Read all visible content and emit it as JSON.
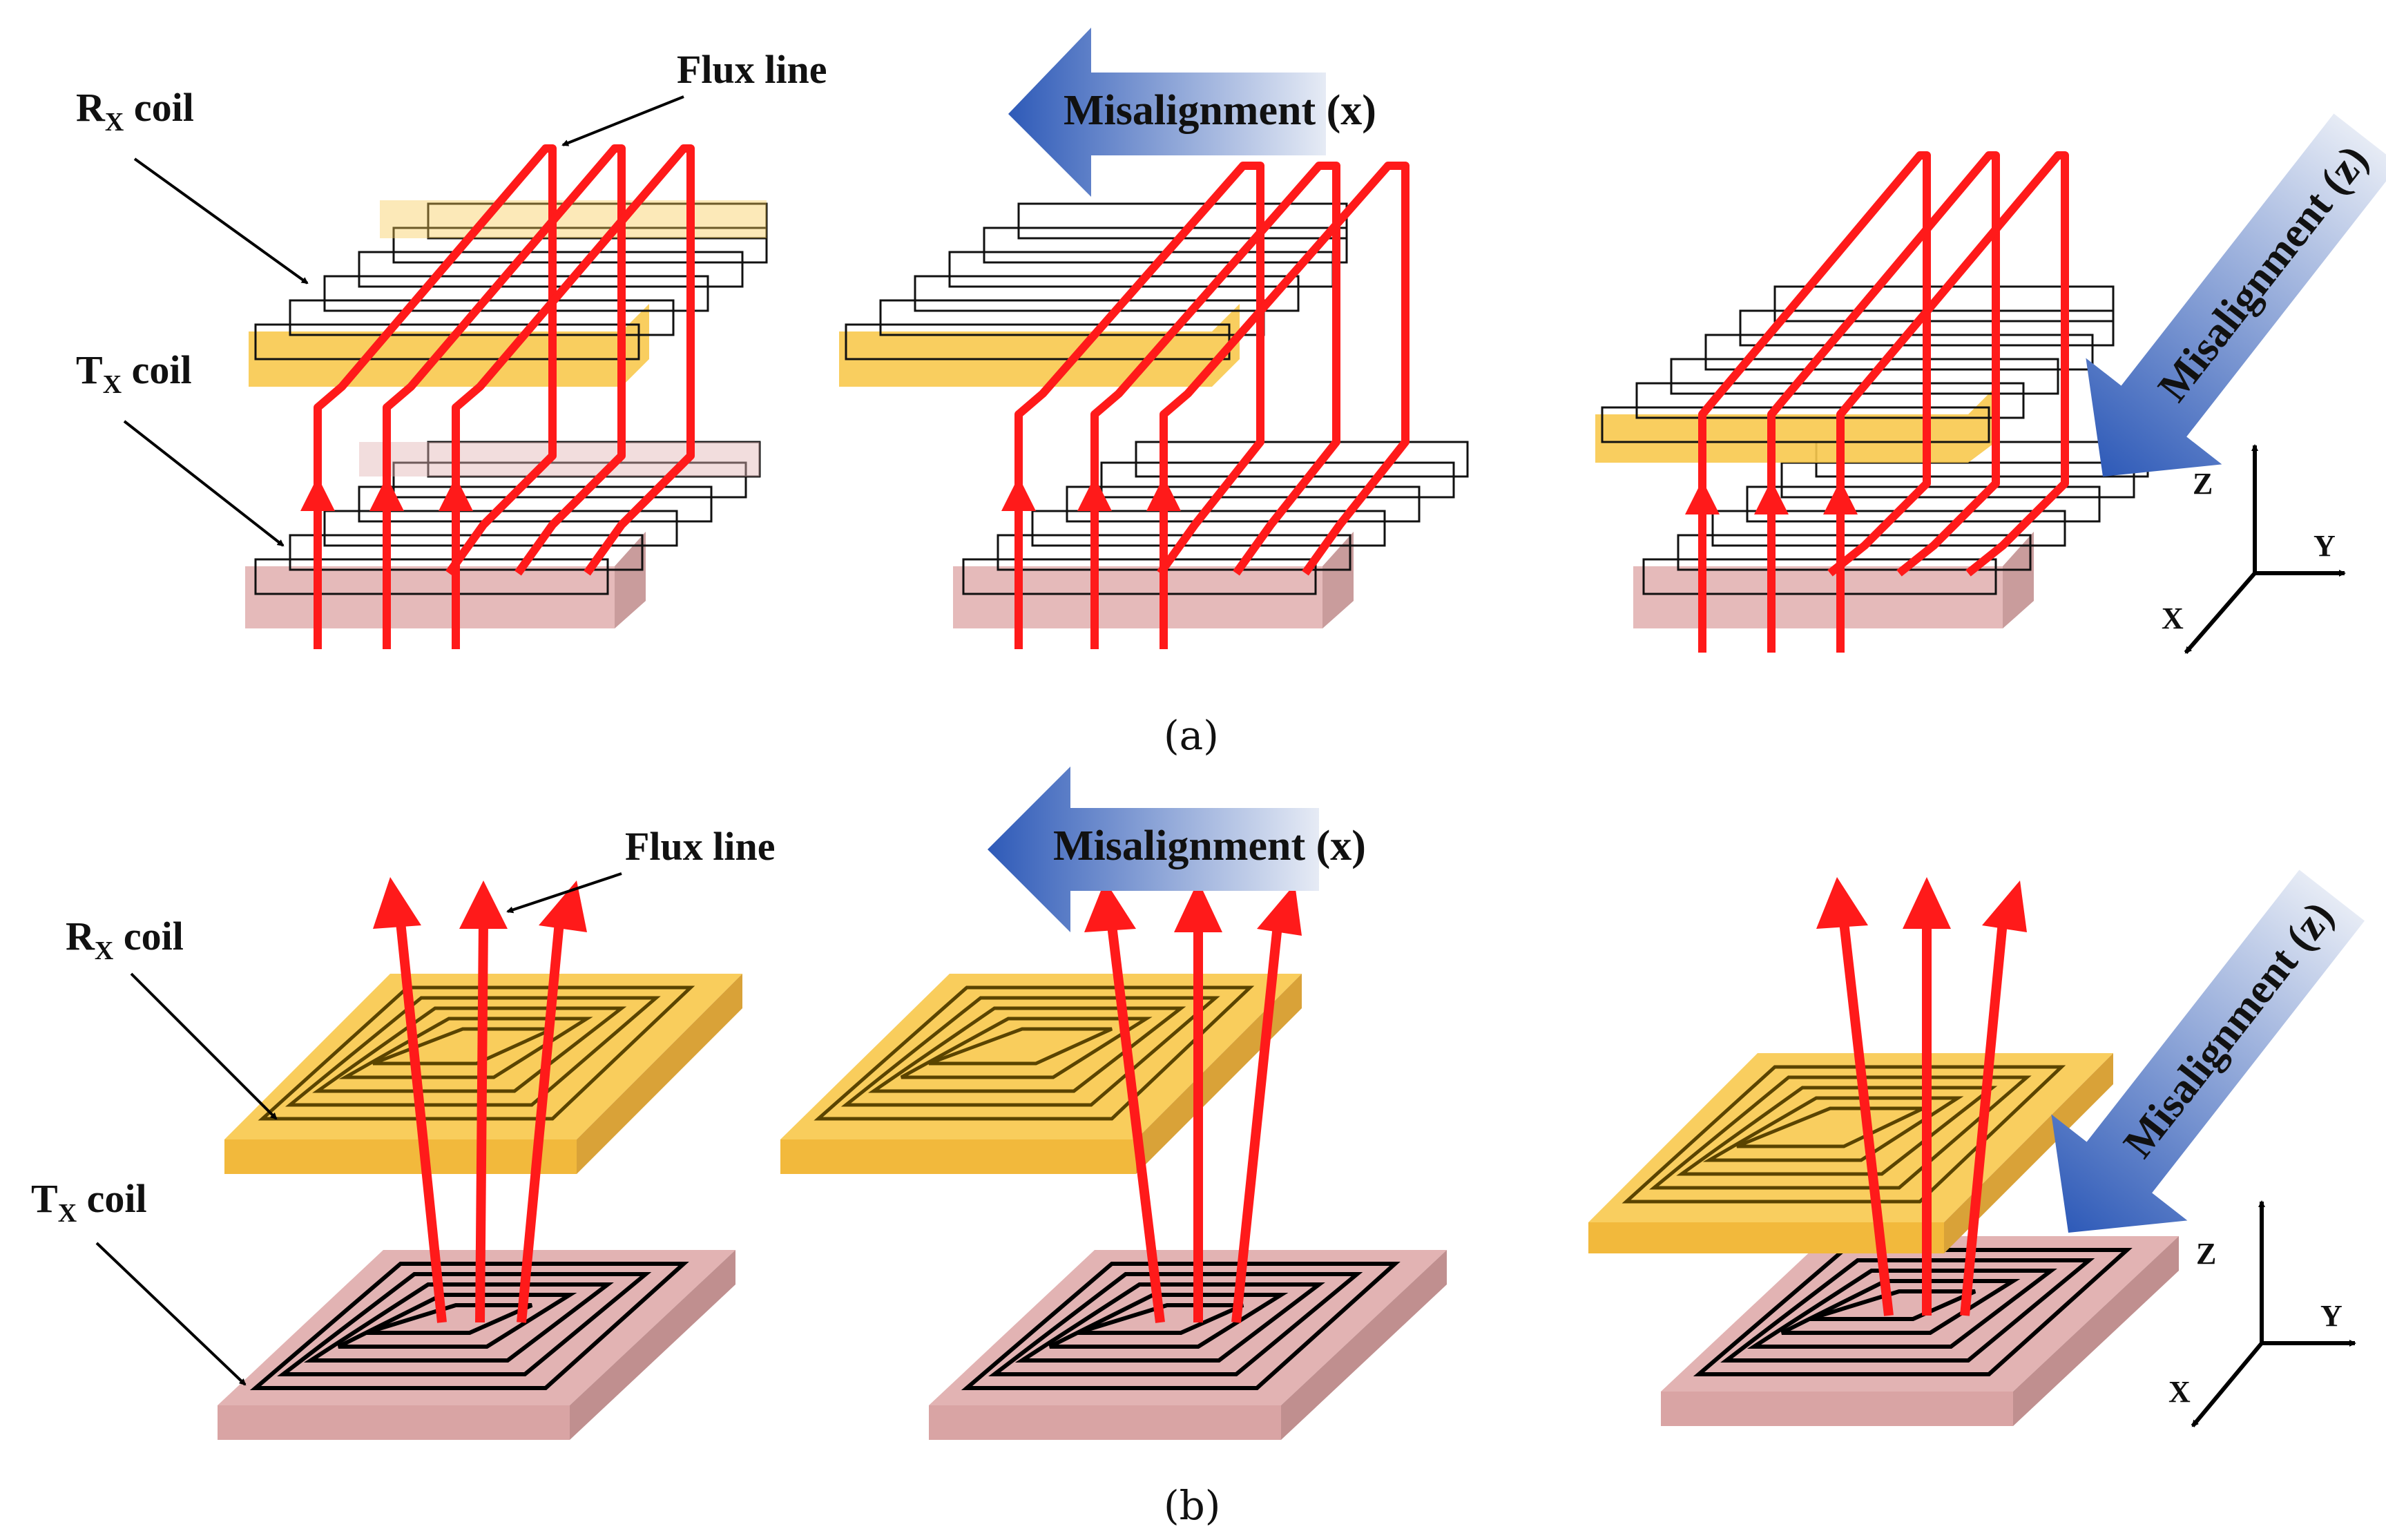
{
  "panel_a": {
    "caption": "(a)",
    "rx_label": {
      "main": "R",
      "sub": "X",
      "rest": " coil"
    },
    "tx_label": {
      "main": "T",
      "sub": "X",
      "rest": " coil"
    },
    "flux_label": "Flux line",
    "misalign_x": "Misalignment (x)",
    "misalign_z": "Misalignment (z)",
    "axes": {
      "z": "Z",
      "y": "Y",
      "x": "X"
    }
  },
  "panel_b": {
    "caption": "(b)",
    "rx_label": {
      "main": "R",
      "sub": "X",
      "rest": " coil"
    },
    "tx_label": {
      "main": "T",
      "sub": "X",
      "rest": " coil"
    },
    "flux_label": "Flux line",
    "misalign_x": "Misalignment (x)",
    "misalign_z": "Misalignment (z)",
    "axes": {
      "z": "Z",
      "y": "Y",
      "x": "X"
    }
  },
  "colors": {
    "rx_coil": "#F8C94E",
    "tx_coil": "#E2B3B3",
    "flux": "#FF1A1A",
    "misalign_arrow": "#3A66C0"
  }
}
